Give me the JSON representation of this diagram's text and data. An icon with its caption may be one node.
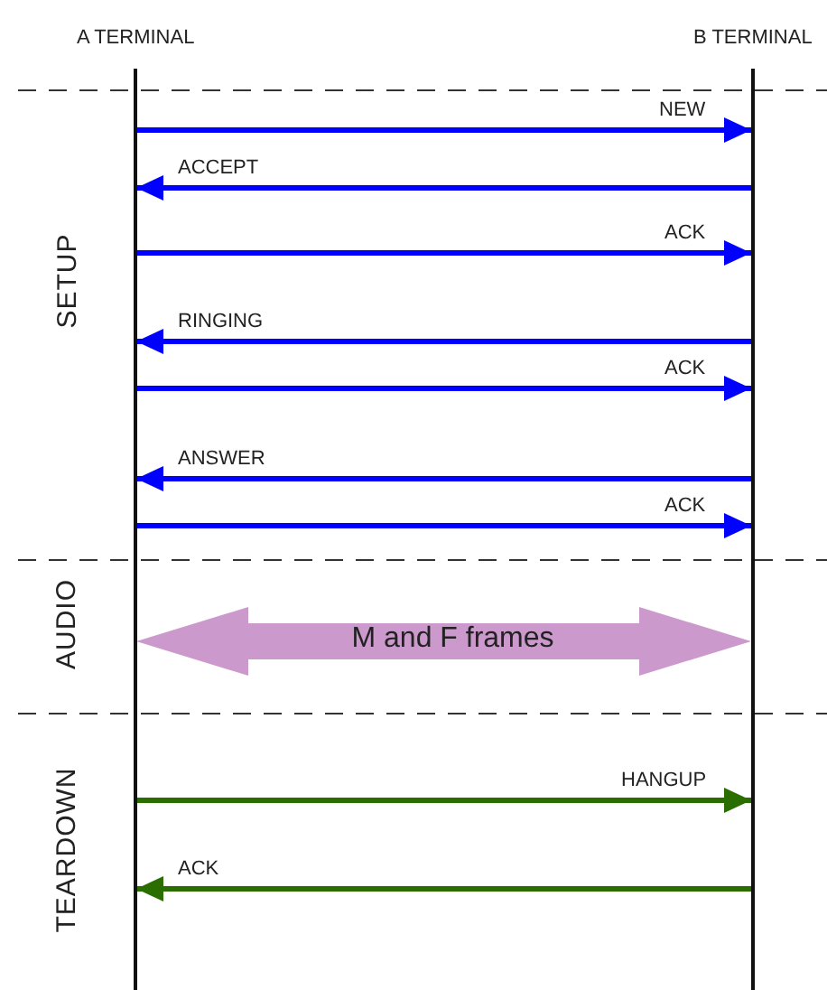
{
  "diagram": {
    "nodes": [
      {
        "text": [],
        "shape": "line",
        "beside": [
          "A TERMINAL"
        ]
      },
      {
        "text": [],
        "shape": "line",
        "beside": [
          "B TERMINAL"
        ]
      }
    ],
    "edges": [
      {
        "from": 0,
        "to": 1,
        "arrow": "to",
        "label": "NEW"
      },
      {
        "from": 1,
        "to": 0,
        "arrow": "to",
        "label": "ACCEPT"
      },
      {
        "from": 0,
        "to": 1,
        "arrow": "to",
        "label": "ACK"
      },
      {
        "from": 1,
        "to": 0,
        "arrow": "to",
        "label": "RINGING"
      },
      {
        "from": 0,
        "to": 1,
        "arrow": "to",
        "label": "ACK"
      },
      {
        "from": 1,
        "to": 0,
        "arrow": "to",
        "label": "ANSWER"
      },
      {
        "from": 0,
        "to": 1,
        "arrow": "to",
        "label": "ACK"
      },
      {
        "from": 0,
        "to": 1,
        "arrow": "both",
        "label": "M and F frames",
        "style": "thick",
        "color": "#cc99cc"
      },
      {
        "from": 0,
        "to": 1,
        "arrow": "to",
        "label": "HANGUP",
        "color": "#2b6e00"
      },
      {
        "from": 1,
        "to": 0,
        "arrow": "to",
        "label": "ACK",
        "color": "#2b6e00"
      }
    ],
    "labels": [
      "SETUP",
      "AUDIO",
      "TEARDOWN"
    ]
  }
}
